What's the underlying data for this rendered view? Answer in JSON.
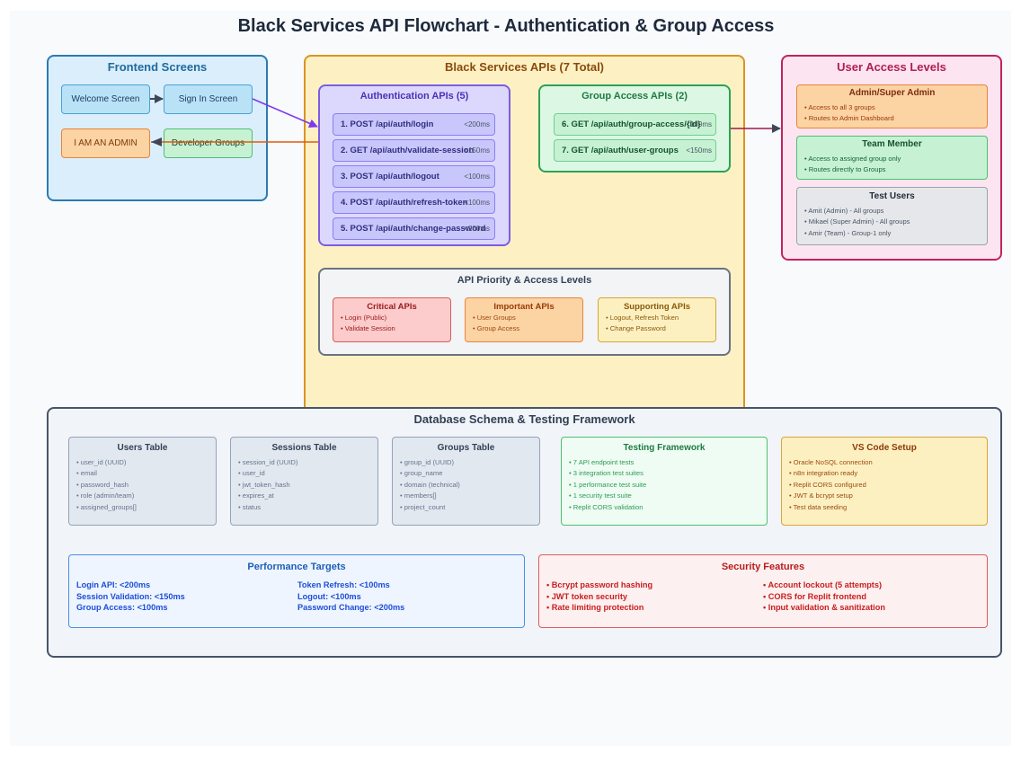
{
  "title": "Black Services API Flowchart - Authentication & Group Access",
  "frontend": {
    "title": "Frontend Screens",
    "welcome": "Welcome Screen",
    "signin": "Sign In Screen",
    "admin": "I AM AN ADMIN",
    "devgroups": "Developer Groups"
  },
  "apis": {
    "title": "Black Services APIs (7 Total)",
    "auth": {
      "title": "Authentication APIs (5)",
      "items": [
        {
          "label": "1. POST /api/auth/login",
          "time": "<200ms"
        },
        {
          "label": "2. GET /api/auth/validate-session",
          "time": "<150ms"
        },
        {
          "label": "3. POST /api/auth/logout",
          "time": "<100ms"
        },
        {
          "label": "4. POST /api/auth/refresh-token",
          "time": "<100ms"
        },
        {
          "label": "5. POST /api/auth/change-password",
          "time": "<200ms"
        }
      ]
    },
    "group": {
      "title": "Group Access APIs (2)",
      "items": [
        {
          "label": "6. GET /api/auth/group-access/{id}",
          "time": "<100ms"
        },
        {
          "label": "7. GET /api/auth/user-groups",
          "time": "<150ms"
        }
      ]
    },
    "priority": {
      "title": "API Priority & Access Levels",
      "critical": {
        "title": "Critical APIs",
        "items": [
          "Login (Public)",
          "Validate Session"
        ]
      },
      "important": {
        "title": "Important APIs",
        "items": [
          "User Groups",
          "Group Access"
        ]
      },
      "supporting": {
        "title": "Supporting APIs",
        "items": [
          "Logout, Refresh Token",
          "Change Password"
        ]
      }
    }
  },
  "access": {
    "title": "User Access Levels",
    "admin": {
      "title": "Admin/Super Admin",
      "items": [
        "Access to all 3 groups",
        "Routes to Admin Dashboard"
      ]
    },
    "team": {
      "title": "Team Member",
      "items": [
        "Access to assigned group only",
        "Routes directly to Groups"
      ]
    },
    "test": {
      "title": "Test Users",
      "items": [
        "Amit (Admin) - All groups",
        "Mikael (Super Admin) - All groups",
        "Amir (Team) - Group-1 only"
      ]
    }
  },
  "db": {
    "title": "Database Schema & Testing Framework",
    "users": {
      "title": "Users Table",
      "items": [
        "user_id (UUID)",
        "email",
        "password_hash",
        "role (admin/team)",
        "assigned_groups[]"
      ]
    },
    "sessions": {
      "title": "Sessions Table",
      "items": [
        "session_id (UUID)",
        "user_id",
        "jwt_token_hash",
        "expires_at",
        "status"
      ]
    },
    "groups": {
      "title": "Groups Table",
      "items": [
        "group_id (UUID)",
        "group_name",
        "domain (technical)",
        "members[]",
        "project_count"
      ]
    },
    "testing": {
      "title": "Testing Framework",
      "items": [
        "7 API endpoint tests",
        "3 integration test suites",
        "1 performance test suite",
        "1 security test suite",
        "Replit CORS validation"
      ]
    },
    "vscode": {
      "title": "VS Code Setup",
      "items": [
        "Oracle NoSQL connection",
        "n8n integration ready",
        "Replit CORS configured",
        "JWT & bcrypt setup",
        "Test data seeding"
      ]
    },
    "perf": {
      "title": "Performance Targets",
      "left": [
        "Login API: <200ms",
        "Session Validation: <150ms",
        "Group Access: <100ms"
      ],
      "right": [
        "Token Refresh: <100ms",
        "Logout: <100ms",
        "Password Change: <200ms"
      ]
    },
    "security": {
      "title": "Security Features",
      "left": [
        "Bcrypt password hashing",
        "JWT token security",
        "Rate limiting protection"
      ],
      "right": [
        "Account lockout (5 attempts)",
        "CORS for Replit frontend",
        "Input validation & sanitization"
      ]
    }
  },
  "colors": {
    "frontend": "#dbeefc",
    "apis": "#fdf1c4",
    "auth": "#dcd8fd",
    "group": "#dcf7e4",
    "access": "#fce4f0",
    "db": "#f1f4f8"
  }
}
